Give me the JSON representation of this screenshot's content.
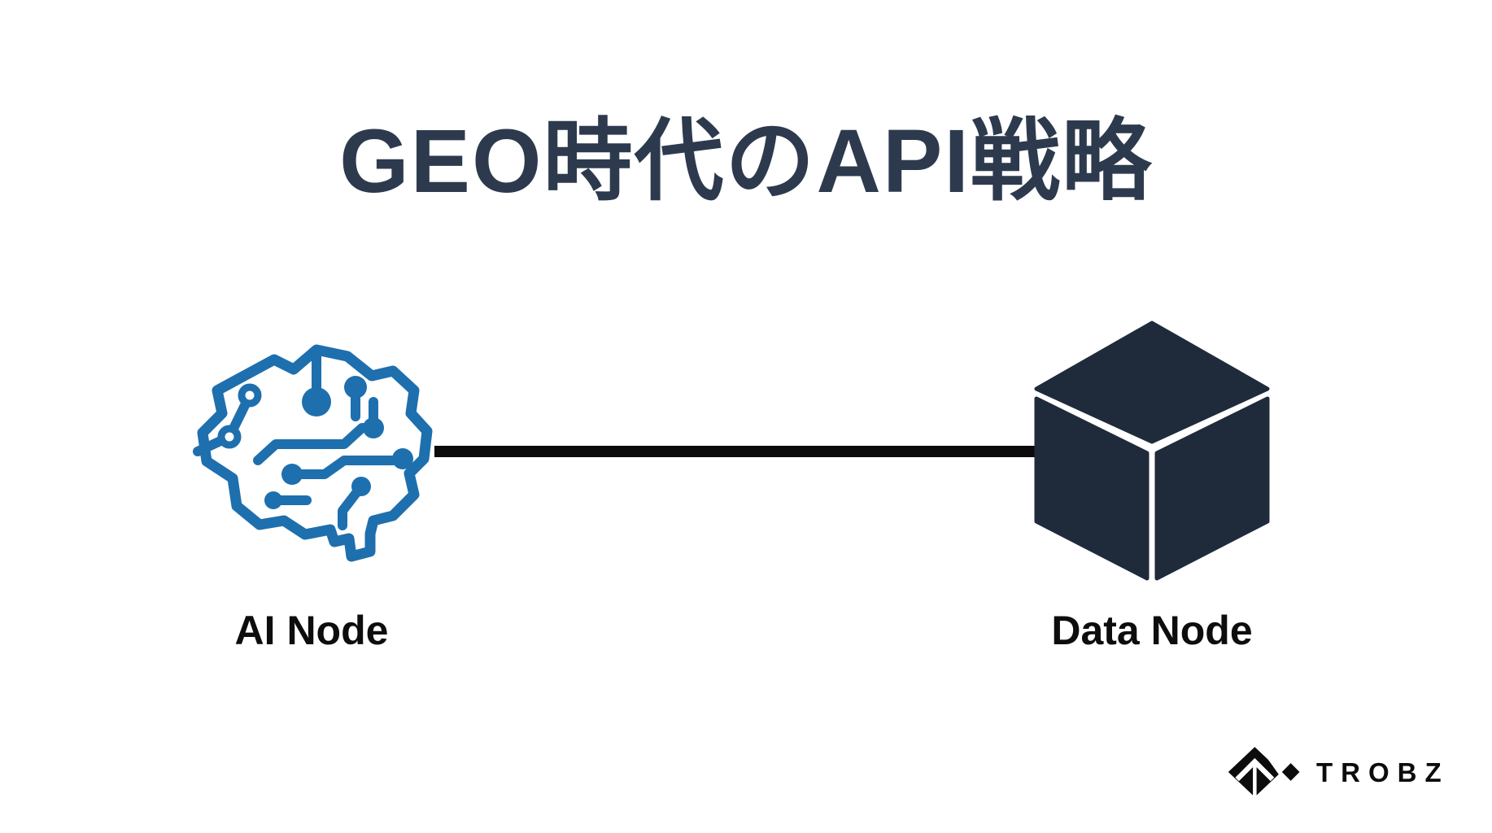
{
  "slide": {
    "background_color": "#ffffff",
    "title": {
      "text": "GEO時代のAPI戦略",
      "color": "#2d3a4e"
    }
  },
  "diagram": {
    "nodes": [
      {
        "id": "ai",
        "label": "AI Node",
        "icon": "circuit-brain-icon",
        "icon_color": "#1e6fae"
      },
      {
        "id": "data",
        "label": "Data Node",
        "icon": "cube-icon",
        "icon_color": "#1f2b3b"
      }
    ],
    "edge": {
      "from": "AI Node",
      "to": "Data Node",
      "style": "solid",
      "color": "#0b0b0b"
    }
  },
  "branding": {
    "logo_text": "TROBZ",
    "logo_mark": "diamond-logo",
    "color": "#0c0c0c"
  }
}
